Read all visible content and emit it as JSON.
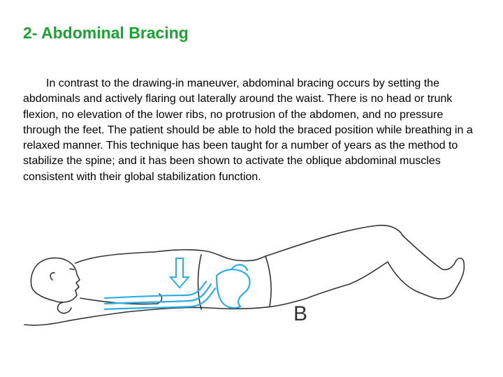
{
  "slide": {
    "title": "2- Abdominal Bracing",
    "paragraph": "In contrast to the drawing-in maneuver, abdominal bracing occurs by setting the abdominals and actively flaring out laterally around the waist. There is no head or trunk flexion, no elevation of the lower ribs, no protrusion of the abdomen, and no pressure through the feet. The patient should be able to hold the braced position while breathing in a relaxed manner. This technique has been taught for a number of years as the method to stabilize the spine; and it has been shown to activate the oblique abdominal muscles consistent with their global stabilization function."
  },
  "figure": {
    "label": "B",
    "line_color": "#333333",
    "muscle_color": "#29aee6"
  }
}
